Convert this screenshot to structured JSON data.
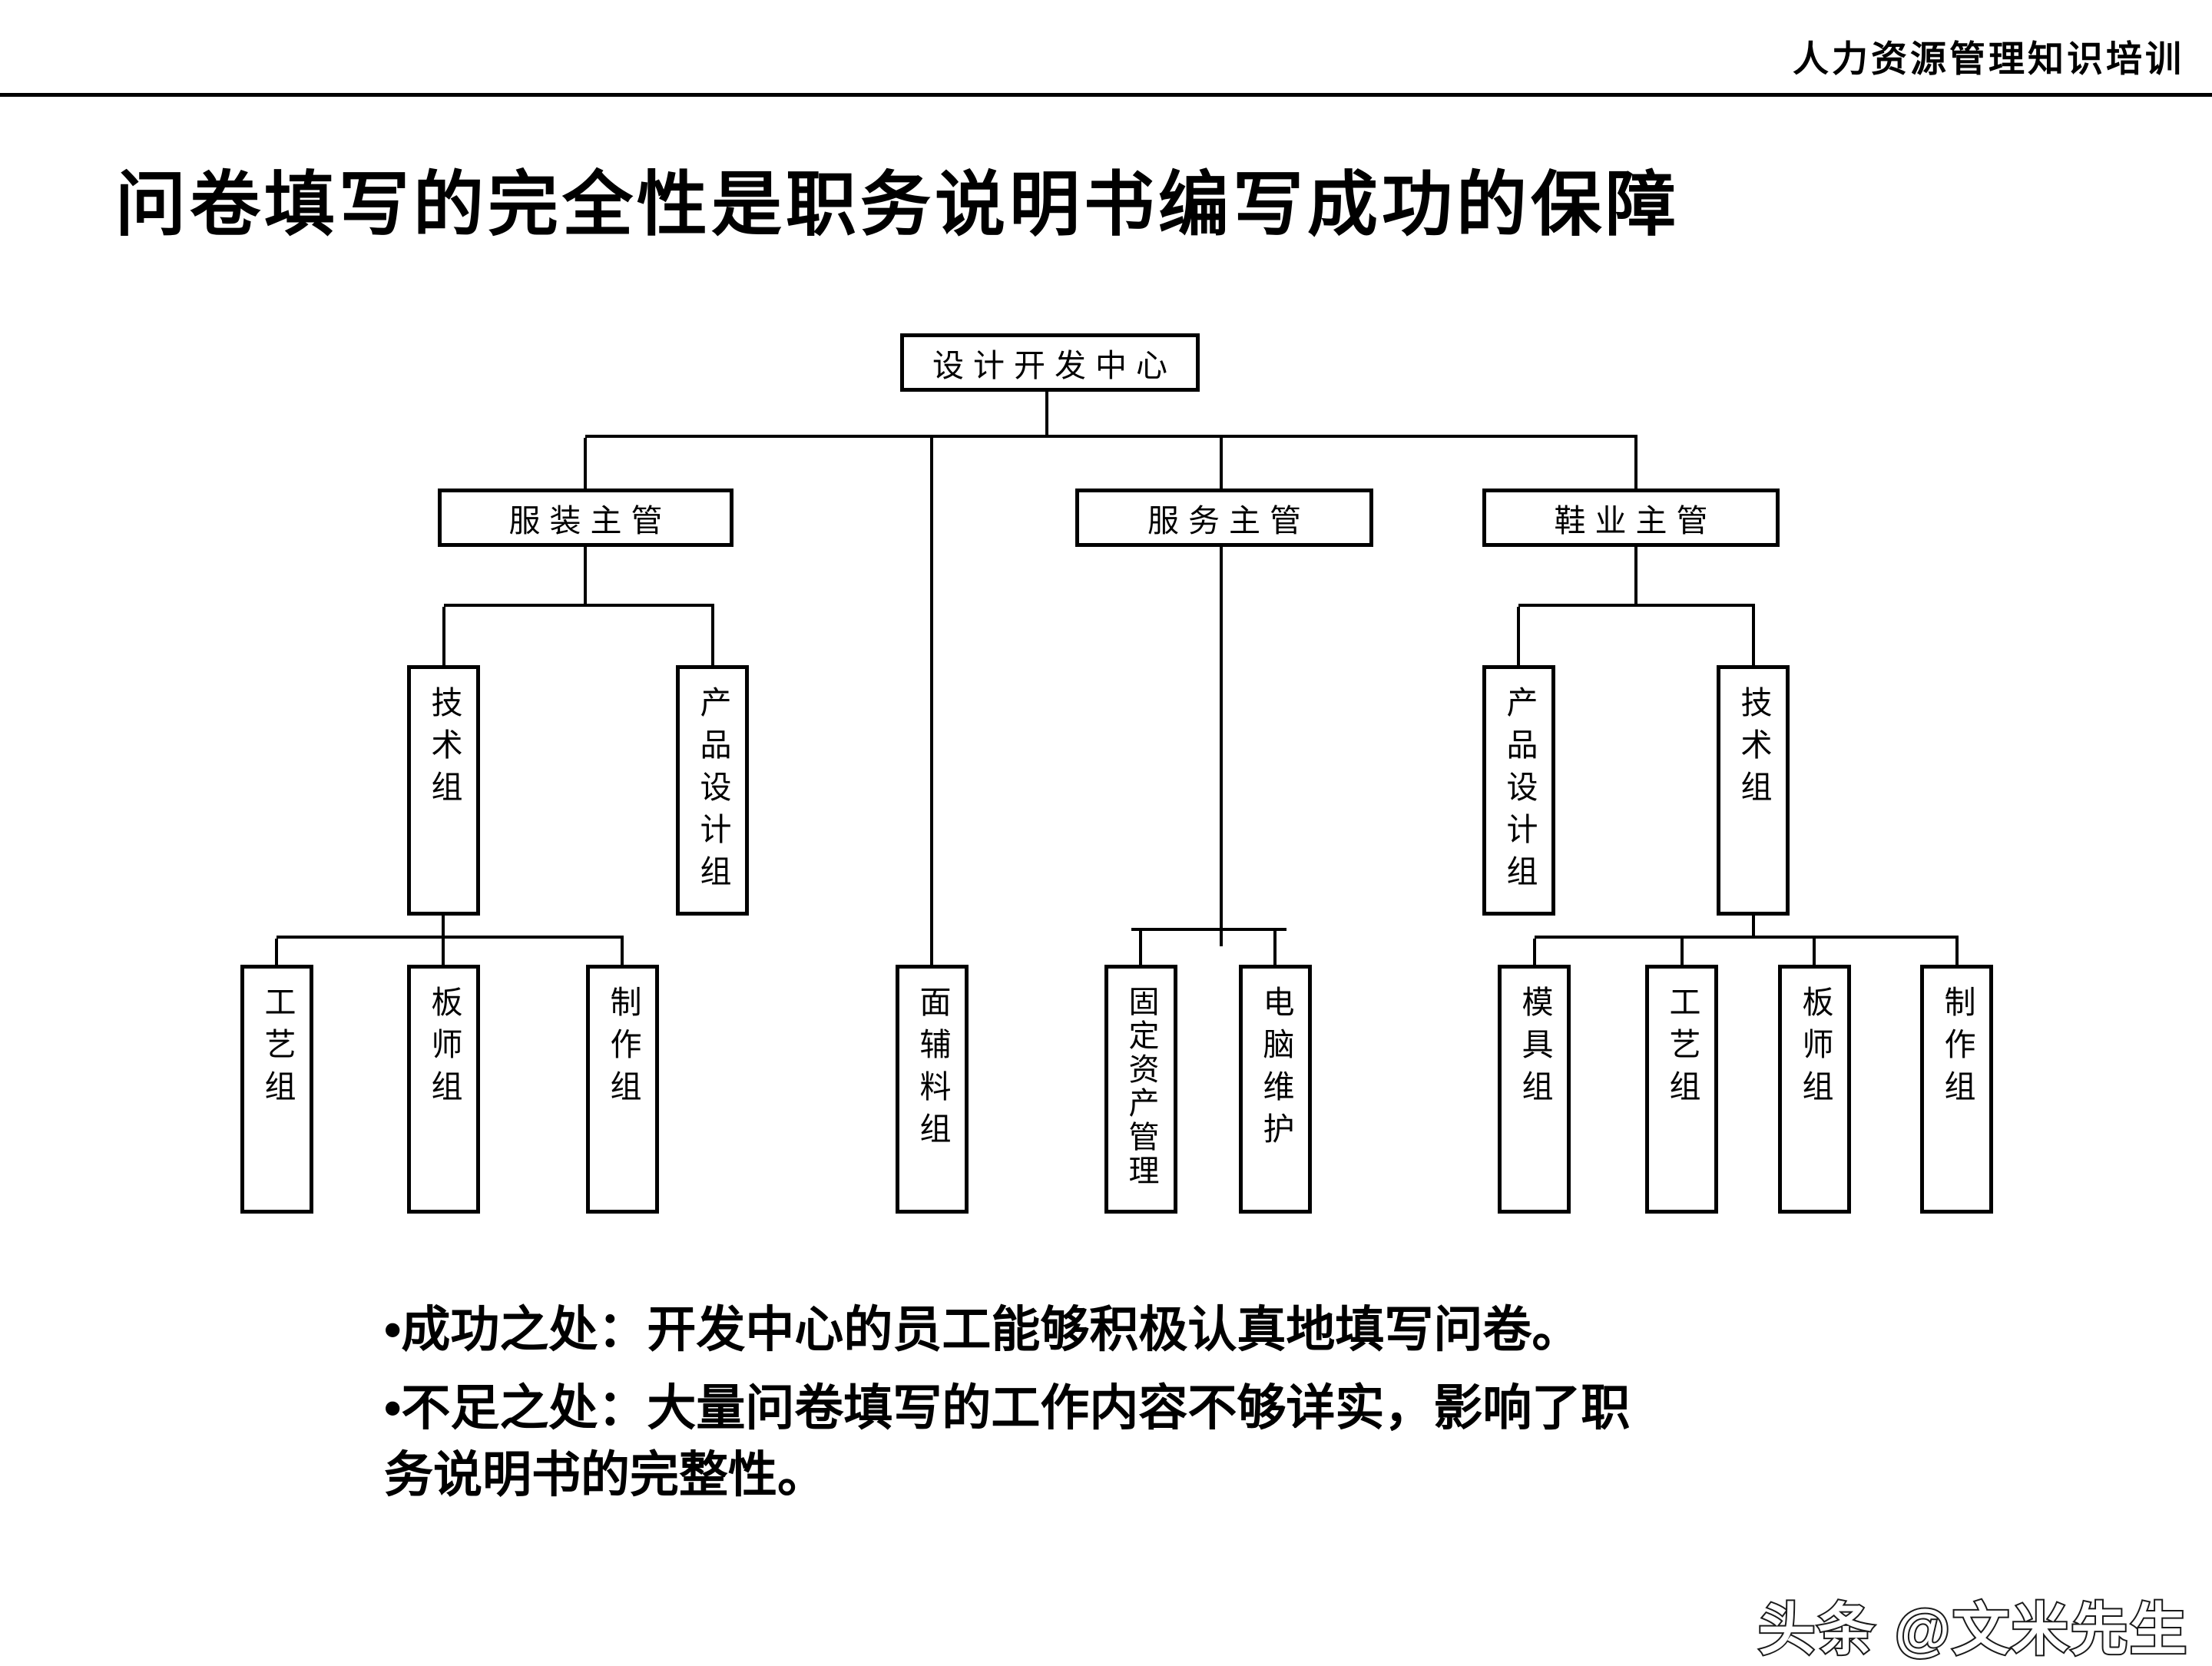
{
  "header": {
    "label": "人力资源管理知识培训"
  },
  "title": "问卷填写的完全性是职务说明书编写成功的保障",
  "org_chart": {
    "root": {
      "label": "设计开发中心"
    },
    "supervisors": [
      {
        "label": "服装主管"
      },
      {
        "label": "服务主管"
      },
      {
        "label": "鞋业主管"
      }
    ],
    "clothing_groups": [
      {
        "label": "技术组"
      },
      {
        "label": "产品设计组"
      }
    ],
    "clothing_tech_subgroups": [
      {
        "label": "工艺组"
      },
      {
        "label": "板师组"
      },
      {
        "label": "制作组"
      }
    ],
    "center_group": {
      "label": "面辅料组"
    },
    "service_groups": [
      {
        "label": "固定资产管理"
      },
      {
        "label": "电脑维护"
      }
    ],
    "footwear_groups": [
      {
        "label": "产品设计组"
      },
      {
        "label": "技术组"
      }
    ],
    "footwear_tech_subgroups": [
      {
        "label": "模具组"
      },
      {
        "label": "工艺组"
      },
      {
        "label": "板师组"
      },
      {
        "label": "制作组"
      }
    ]
  },
  "notes": [
    {
      "text": "•成功之处：开发中心的员工能够积极认真地填写问卷。"
    },
    {
      "text": "•不足之处：大量问卷填写的工作内容不够详实，影响了职务说明书的完整性。"
    }
  ],
  "watermark": {
    "text": "头条 @文米先生"
  }
}
